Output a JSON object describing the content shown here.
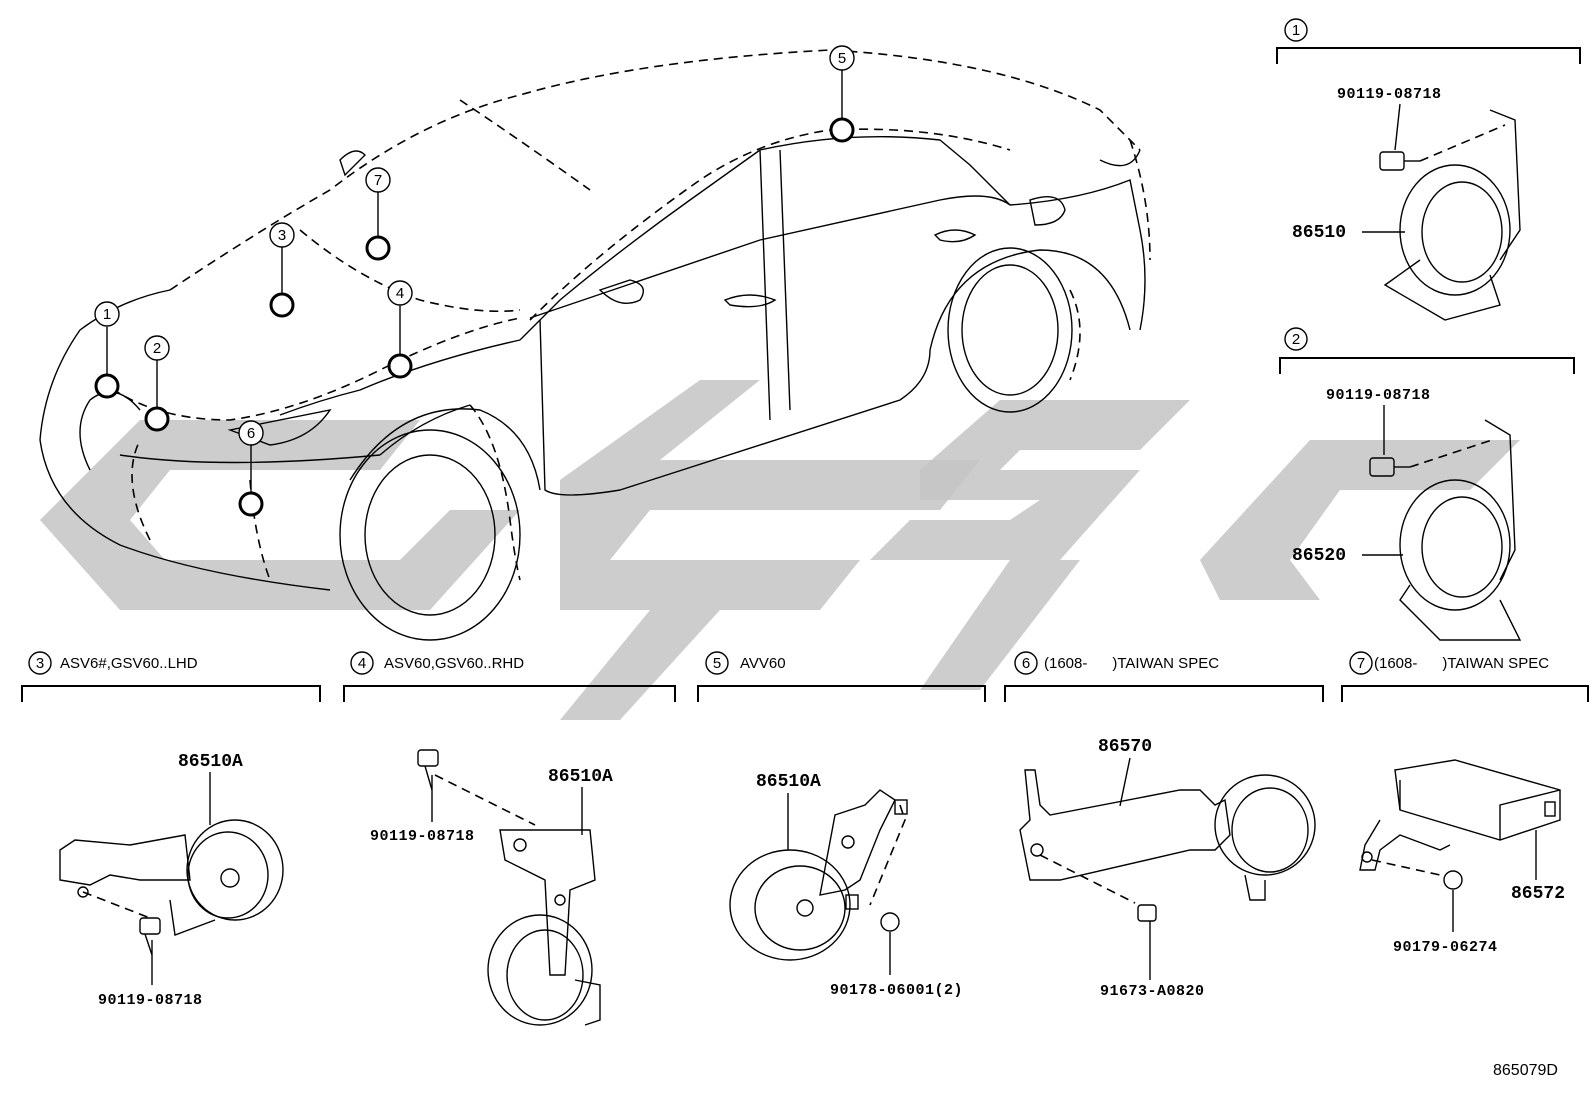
{
  "callouts_on_car": [
    "1",
    "2",
    "3",
    "4",
    "5",
    "6",
    "7"
  ],
  "sections": [
    {
      "num": "1",
      "label": ""
    },
    {
      "num": "2",
      "label": ""
    },
    {
      "num": "3",
      "label": "ASV6#,GSV60..LHD"
    },
    {
      "num": "4",
      "label": "ASV60,GSV60..RHD"
    },
    {
      "num": "5",
      "label": "AVV60"
    },
    {
      "num": "6",
      "label": "(1608-      )TAIWAN SPEC"
    },
    {
      "num": "7",
      "label": "(1608-      )TAIWAN SPEC"
    }
  ],
  "parts": {
    "s1_bolt": "90119-08718",
    "s1_horn": "86510",
    "s2_bolt": "90119-08718",
    "s2_horn": "86520",
    "s3_horn": "86510A",
    "s3_bolt": "90119-08718",
    "s4_bolt": "90119-08718",
    "s4_horn": "86510A",
    "s5_horn": "86510A",
    "s5_nut": "90178-06001(2)",
    "s6_bracket": "86570",
    "s6_bolt": "91673-A0820",
    "s7_module": "86572",
    "s7_nut": "90179-06274"
  },
  "diagram_id": "865079D",
  "colors": {
    "ink": "#000000",
    "watermark": "#c4c4c4",
    "background": "#ffffff"
  }
}
